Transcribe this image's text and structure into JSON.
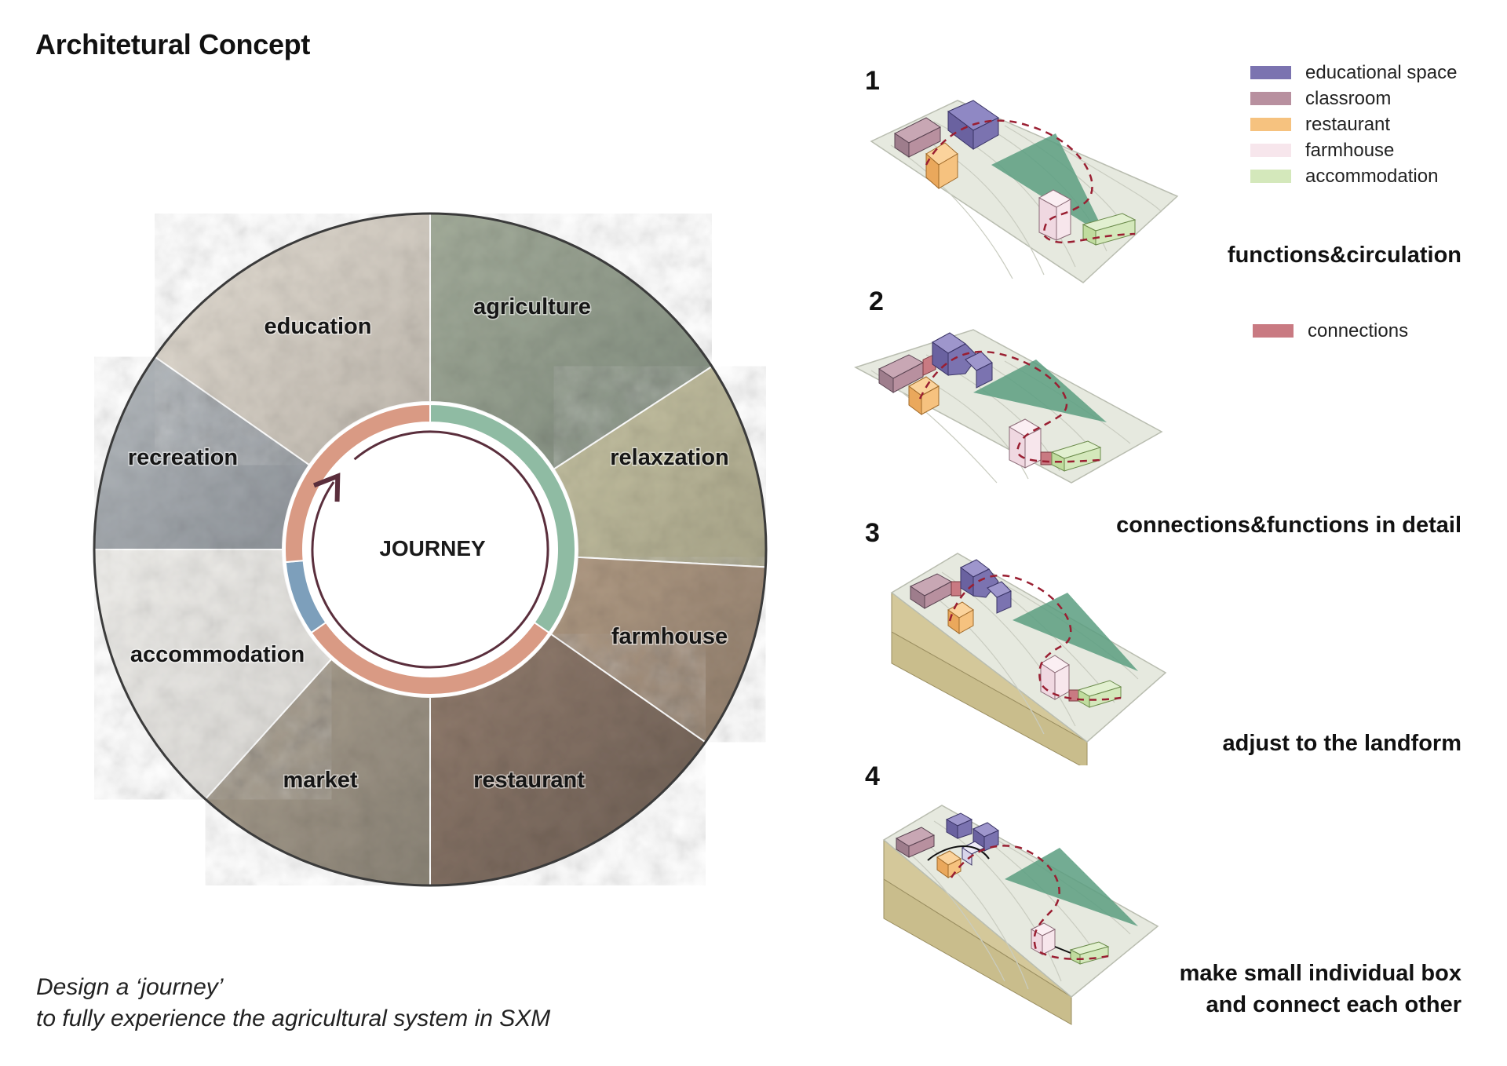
{
  "title": "Architetural Concept",
  "subtitle": {
    "line1": "Design a ‘journey’",
    "line2": "to  fully experience the agricultural system in SXM"
  },
  "wheel": {
    "center_label": "JOURNEY",
    "segments": [
      {
        "label": "education",
        "icon": "education-photo"
      },
      {
        "label": "agriculture",
        "icon": "agriculture-photo"
      },
      {
        "label": "relaxzation",
        "icon": "relaxation-photo"
      },
      {
        "label": "farmhouse",
        "icon": "farmhouse-photo"
      },
      {
        "label": "restaurant",
        "icon": "restaurant-photo"
      },
      {
        "label": "market",
        "icon": "market-photo"
      },
      {
        "label": "accommodation",
        "icon": "accommodation-photo"
      },
      {
        "label": "recreation",
        "icon": "recreation-photo"
      }
    ]
  },
  "legend": {
    "items": [
      {
        "label": "educational space",
        "color": "#7b73b0"
      },
      {
        "label": "classroom",
        "color": "#b8909f"
      },
      {
        "label": "restaurant",
        "color": "#f6c27f"
      },
      {
        "label": "farmhouse",
        "color": "#f7e6ec"
      },
      {
        "label": "accommodation",
        "color": "#d4e8bb"
      }
    ],
    "connections": {
      "label": "connections",
      "color": "#c97a82"
    }
  },
  "steps": [
    {
      "number": "1",
      "caption": "functions&circulation"
    },
    {
      "number": "2",
      "caption": "connections&functions in detail"
    },
    {
      "number": "3",
      "caption": "adjust to the landform"
    },
    {
      "number": "4",
      "caption_line1": "make small individual box",
      "caption_line2": "and connect each other"
    }
  ]
}
